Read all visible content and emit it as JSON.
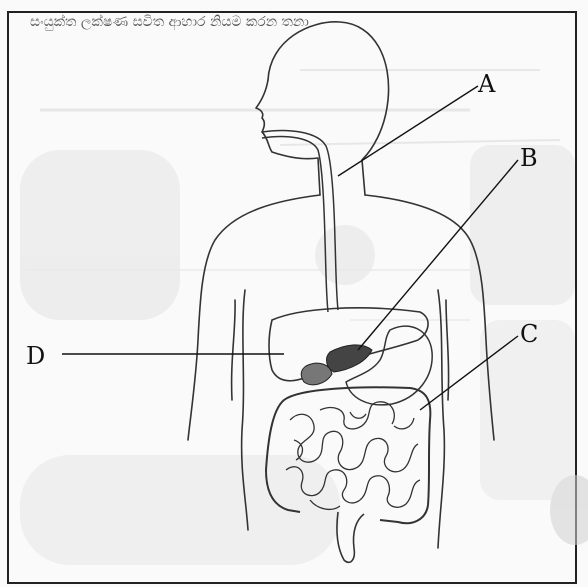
{
  "colors": {
    "ink": "#222222",
    "paper": "#fafafa",
    "bleed": "#d6d6d6"
  },
  "header_text": "සංයුක්ත ලක්ෂණ සවිත ආහාර නියම කරන තනා",
  "labels": {
    "a": "A",
    "b": "B",
    "c": "C",
    "d": "D"
  },
  "icons": {
    "figure": "human-torso-digestive-system-icon"
  }
}
